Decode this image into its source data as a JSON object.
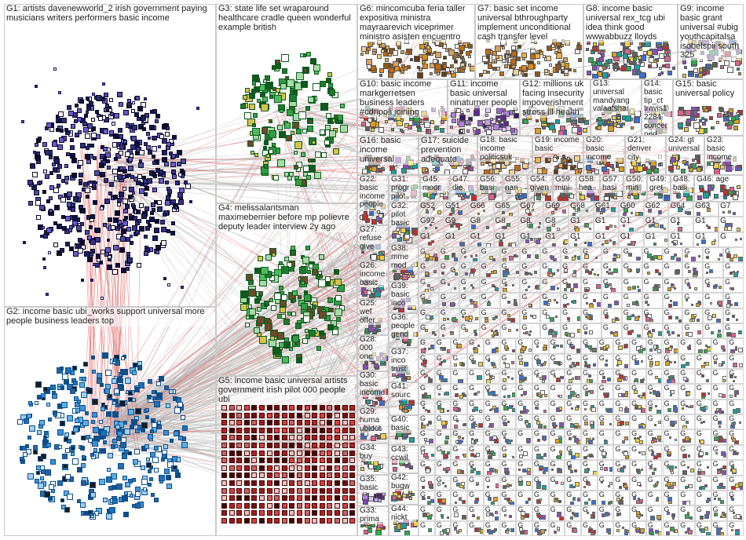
{
  "graph": {
    "background": "#ffffff",
    "box_border": "#c9c9c9",
    "edge_color": "#e05050",
    "edge_color_light": "#b8b8b8",
    "groups": [
      {
        "id": "G1",
        "label": "G1: artists davenewworld_2 irish government paying musicians writers performers basic income",
        "font": 11,
        "theme": "darkblue"
      },
      {
        "id": "G2",
        "label": "G2: income basic ubi_works support universal more people business leaders top",
        "font": 11,
        "theme": "lightblue"
      },
      {
        "id": "G3",
        "label": "G3: state life set wraparound healthcare cradle queen wonderful example british",
        "font": 11,
        "theme": "green"
      },
      {
        "id": "G4",
        "label": "G4: melissalantsman maximebernier before mp polievre deputy leader interview 2y ago",
        "font": 11,
        "theme": "green"
      },
      {
        "id": "G5",
        "label": "G5: income basic universal artists government irish pilot 000 people ubi",
        "font": 11,
        "theme": "red"
      },
      {
        "id": "G6",
        "label": "G6: mincomcuba feria taller expositiva ministra mayraarevich viceprimer ministro asisten encuentro",
        "font": 11,
        "theme": "orange"
      },
      {
        "id": "G7",
        "label": "G7: basic set income universal bthroughparty implement unconditional cash transfer level",
        "font": 11,
        "theme": "orange"
      },
      {
        "id": "G8",
        "label": "G8: income basic universal rex_tcg ubi idea think good wwwabbuzz lloyds",
        "font": 11,
        "theme": "mixed"
      },
      {
        "id": "G9",
        "label": "G9: income basic grant universal #ubig youthcapitalsa isobelspii south 325",
        "font": 11,
        "theme": "mixed"
      },
      {
        "id": "G10",
        "label": "G10: basic income markgerretsen business leaders #cdnpoli joining",
        "font": 11,
        "theme": "mixed"
      },
      {
        "id": "G11",
        "label": "G11: income basic universal ninaturner people",
        "font": 11,
        "theme": "purple"
      },
      {
        "id": "G12",
        "label": "G12: millions uk facing insecurity impoverishment stress ill health",
        "font": 11,
        "theme": "mixed"
      },
      {
        "id": "G13",
        "label": "G13: universal mandyang valaafshar",
        "font": 11,
        "theme": "mixed"
      },
      {
        "id": "G14",
        "label": "G14: basic tip_ct travis12284 concerned",
        "font": 11,
        "theme": "mixed"
      },
      {
        "id": "G15",
        "label": "G15: basic universal policy",
        "font": 11,
        "theme": "mixed"
      },
      {
        "id": "G16",
        "label": "G16: basic income universal",
        "font": 11,
        "theme": "mixed"
      },
      {
        "id": "G17",
        "label": "G17: suicide prevention adequate",
        "font": 11,
        "theme": "mixed"
      },
      {
        "id": "G18",
        "label": "G18: basic income politicsuk",
        "font": 11,
        "theme": "orange"
      },
      {
        "id": "G19",
        "label": "G19: income basic",
        "font": 11,
        "theme": "orange"
      },
      {
        "id": "G20",
        "label": "G20: basic income",
        "font": 11,
        "theme": "mixed"
      },
      {
        "id": "G21",
        "label": "G21: denver city",
        "font": 11,
        "theme": "mixed"
      },
      {
        "id": "G22",
        "label": "G22: basic income people",
        "font": 11,
        "theme": "mixed"
      },
      {
        "id": "G23",
        "label": "G23: basic income",
        "font": 11,
        "theme": "mixed"
      },
      {
        "id": "G24",
        "label": "G24: gt universal",
        "font": 11,
        "theme": "mixed"
      },
      {
        "id": "G25",
        "label": "G25: wef offer",
        "font": 11,
        "theme": "mixed"
      },
      {
        "id": "G26",
        "label": "G26: income basic",
        "font": 11,
        "theme": "mixed"
      },
      {
        "id": "G27",
        "label": "G27: refuse give",
        "font": 11,
        "theme": "mixed"
      },
      {
        "id": "G28",
        "label": "G28: 000 one",
        "font": 11,
        "theme": "mixed"
      },
      {
        "id": "G29",
        "label": "G29: huma ubidot",
        "font": 11,
        "theme": "mixed"
      },
      {
        "id": "G30",
        "label": "G30: basic income",
        "font": 11,
        "theme": "mixed"
      },
      {
        "id": "G31",
        "label": "G31: progr pilot",
        "font": 11,
        "theme": "mixed"
      },
      {
        "id": "G32",
        "label": "G32: pilot basic",
        "font": 11,
        "theme": "mixed"
      },
      {
        "id": "G33",
        "label": "G33: prima",
        "font": 11,
        "theme": "mixed"
      },
      {
        "id": "G34",
        "label": "G34: buy",
        "font": 11,
        "theme": "mixed"
      },
      {
        "id": "G35",
        "label": "G35: basic",
        "font": 11,
        "theme": "purple"
      },
      {
        "id": "G36",
        "label": "G36: people gend",
        "font": 11,
        "theme": "mixed"
      },
      {
        "id": "G37",
        "label": "G37: inco trust",
        "font": 11,
        "theme": "mixed"
      },
      {
        "id": "G38",
        "label": "G38: mme mod",
        "font": 11,
        "theme": "mixed"
      },
      {
        "id": "G39",
        "label": "G39: basic inco",
        "font": 11,
        "theme": "mixed"
      },
      {
        "id": "G40",
        "label": "G40: basic",
        "font": 11,
        "theme": "mixed"
      },
      {
        "id": "G41",
        "label": "G41: sourc",
        "font": 11,
        "theme": "mixed"
      },
      {
        "id": "G42",
        "label": "G42: bugw",
        "font": 11,
        "theme": "mixed"
      },
      {
        "id": "G43",
        "label": "G43: ccwil",
        "font": 11,
        "theme": "mixed"
      },
      {
        "id": "G44",
        "label": "G44: nickt",
        "font": 11,
        "theme": "mixed"
      },
      {
        "id": "G45",
        "label": "G45: moor",
        "font": 11,
        "theme": "mixed"
      },
      {
        "id": "G47",
        "label": "G47: die",
        "font": 11,
        "theme": "mixed"
      },
      {
        "id": "G56",
        "label": "G56: basi",
        "font": 11,
        "theme": "mixed"
      },
      {
        "id": "G55",
        "label": "G55: nan",
        "font": 11,
        "theme": "mixed"
      },
      {
        "id": "G54",
        "label": "G54: given",
        "font": 11,
        "theme": "mixed"
      },
      {
        "id": "G59",
        "label": "G59: mini",
        "font": 11,
        "theme": "mixed"
      },
      {
        "id": "G58",
        "label": "G58: hea",
        "font": 11,
        "theme": "mixed"
      },
      {
        "id": "G57",
        "label": "G57: basi",
        "font": 11,
        "theme": "mixed"
      },
      {
        "id": "G50",
        "label": "G50: min",
        "font": 11,
        "theme": "mixed"
      },
      {
        "id": "G49",
        "label": "G49: gret",
        "font": 11,
        "theme": "mixed"
      },
      {
        "id": "G48",
        "label": "G48: basi",
        "font": 11,
        "theme": "mixed"
      },
      {
        "id": "G46",
        "label": "G46: age",
        "font": 11,
        "theme": "mixed"
      }
    ],
    "grid_row_labels": [
      [
        "G52",
        "G51",
        "G66",
        "G65",
        "G67",
        "G69",
        "G68",
        "G61",
        "G60",
        "G62",
        "G64",
        "G63",
        "G7"
      ],
      [
        "G92",
        "G9",
        "G8",
        "G8",
        "G8",
        "G8",
        "G1",
        "G1",
        "G1",
        "G1",
        "G1",
        "G1"
      ],
      [
        "G1",
        "G1",
        "G1",
        "G1",
        "G1",
        "G1",
        "G1",
        "G1",
        "G1",
        "G1",
        "G1",
        "G1"
      ]
    ],
    "grid_fill_label": "G"
  }
}
